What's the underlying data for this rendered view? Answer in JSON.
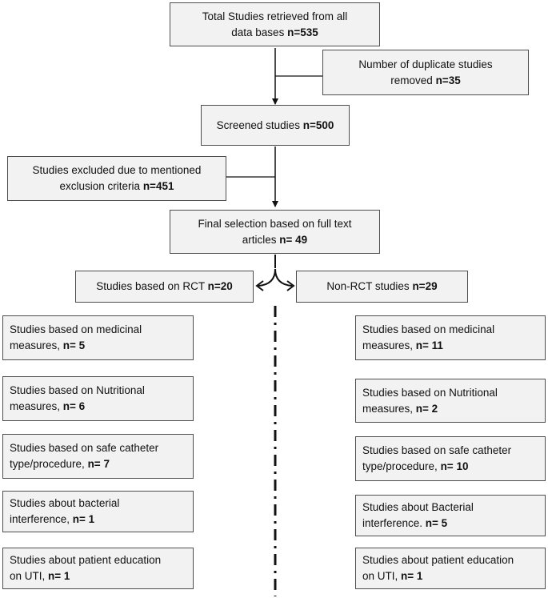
{
  "colors": {
    "box_fill": "#f2f2f2",
    "box_border": "#4d4d4d",
    "line": "#111111"
  },
  "boxes": {
    "total": {
      "line1": "Total Studies retrieved from all",
      "line2_text": "data bases ",
      "line2_bold": "n=535"
    },
    "duplicates": {
      "line1": "Number of duplicate studies",
      "line2_text": "removed ",
      "line2_bold": "n=35"
    },
    "screened": {
      "text": "Screened studies ",
      "bold": "n=500"
    },
    "excluded": {
      "line1": "Studies excluded due to mentioned",
      "line2_text": "exclusion criteria ",
      "line2_bold": "n=451"
    },
    "final": {
      "line1": "Final selection based on full text",
      "line2_text": "articles ",
      "line2_bold": "n= 49"
    },
    "rct": {
      "text": "Studies based on RCT ",
      "bold": "n=20"
    },
    "non_rct": {
      "text": "Non-RCT studies ",
      "bold": "n=29"
    }
  },
  "rct_items": [
    {
      "line1": "Studies based on medicinal",
      "line2_text": "measures, ",
      "line2_bold": "n= 5"
    },
    {
      "line1": "Studies based on Nutritional",
      "line2_text": "measures, ",
      "line2_bold": "n= 6"
    },
    {
      "line1": "Studies based on safe catheter",
      "line2_text": "type/procedure, ",
      "line2_bold": "n= 7"
    },
    {
      "line1": "Studies about bacterial",
      "line2_text": "interference, ",
      "line2_bold": "n= 1"
    },
    {
      "line1": "Studies about patient education",
      "line2_text": "on UTI, ",
      "line2_bold": "n= 1"
    }
  ],
  "non_rct_items": [
    {
      "line1": "Studies based on medicinal",
      "line2_text": "measures, ",
      "line2_bold": "n= 11"
    },
    {
      "line1": "Studies based on Nutritional",
      "line2_text": "measures, ",
      "line2_bold": "n= 2"
    },
    {
      "line1": "Studies based on safe catheter",
      "line2_text": "type/procedure, ",
      "line2_bold": "n= 10"
    },
    {
      "line1": "Studies about Bacterial",
      "line2_text": "interference. ",
      "line2_bold": "n= 5"
    },
    {
      "line1": "Studies about patient education",
      "line2_text": "on UTI, ",
      "line2_bold": "n= 1"
    }
  ]
}
